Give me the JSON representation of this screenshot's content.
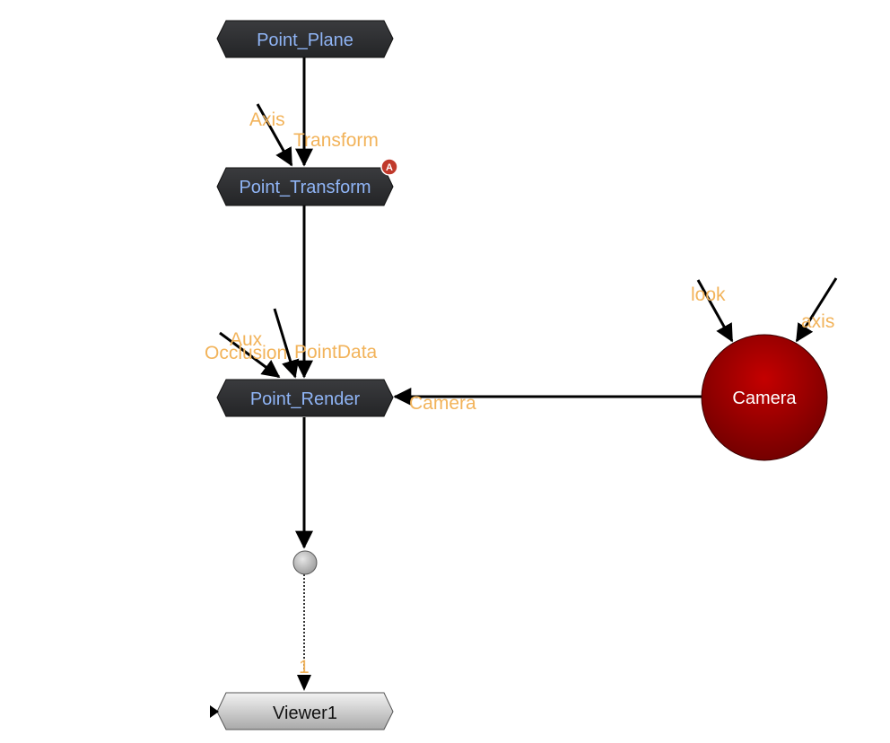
{
  "nodes": {
    "point_plane": {
      "label": "Point_Plane"
    },
    "point_transform": {
      "label": "Point_Transform",
      "badge": "A"
    },
    "point_render": {
      "label": "Point_Render"
    },
    "camera": {
      "label": "Camera"
    },
    "viewer": {
      "label": "Viewer1"
    }
  },
  "pins": {
    "axis": "Axis",
    "transform": "Transform",
    "aux": "Aux",
    "occlusion": "Occlusion",
    "pointdata": "PointData",
    "camera": "Camera",
    "look": "look",
    "cam_axis": "axis",
    "viewer_input": "1"
  },
  "colors": {
    "node_fill": "#2f3033",
    "node_text": "#8fb4f5",
    "pin_text": "#f2b35a",
    "camera_fill": "#a40000",
    "viewer_fill": "#c8c8c8",
    "badge_fill": "#c0392b"
  }
}
